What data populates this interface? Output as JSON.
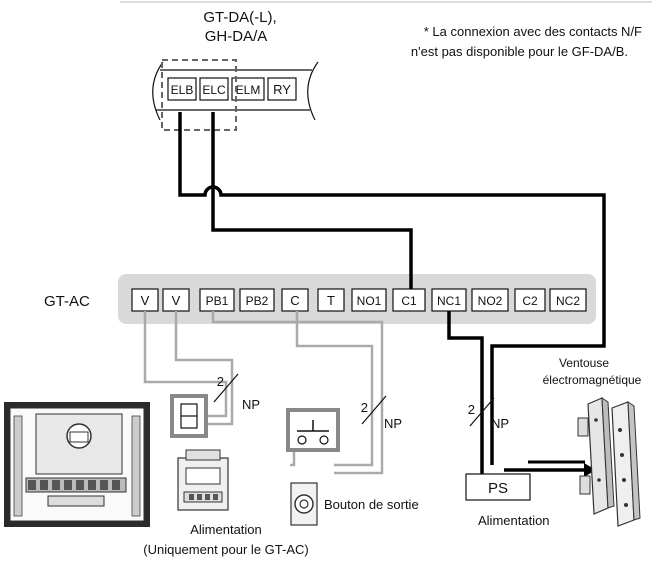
{
  "device_top": {
    "label_line1": "GT-DA(-L),",
    "label_line2": "GH-DA/A",
    "terminals": [
      "ELB",
      "ELC",
      "ELM",
      "RY"
    ]
  },
  "note": {
    "line1": "* La connexion avec des contacts N/F",
    "line2": "n'est pas disponible pour le GF-DA/B."
  },
  "gtac": {
    "label": "GT-AC",
    "terminals": [
      "V",
      "V",
      "PB1",
      "PB2",
      "C",
      "T",
      "NO1",
      "C1",
      "NC1",
      "NO2",
      "C2",
      "NC2"
    ]
  },
  "wiring": {
    "count": "2",
    "type": "NP"
  },
  "labels": {
    "ventouse_line1": "Ventouse",
    "ventouse_line2": "électromagnétique",
    "ps": "PS",
    "alimentation_right": "Alimentation",
    "bouton": "Bouton de sortie",
    "alim_left_line1": "Alimentation",
    "alim_left_line2": "(Uniquement pour le GT-AC)"
  }
}
